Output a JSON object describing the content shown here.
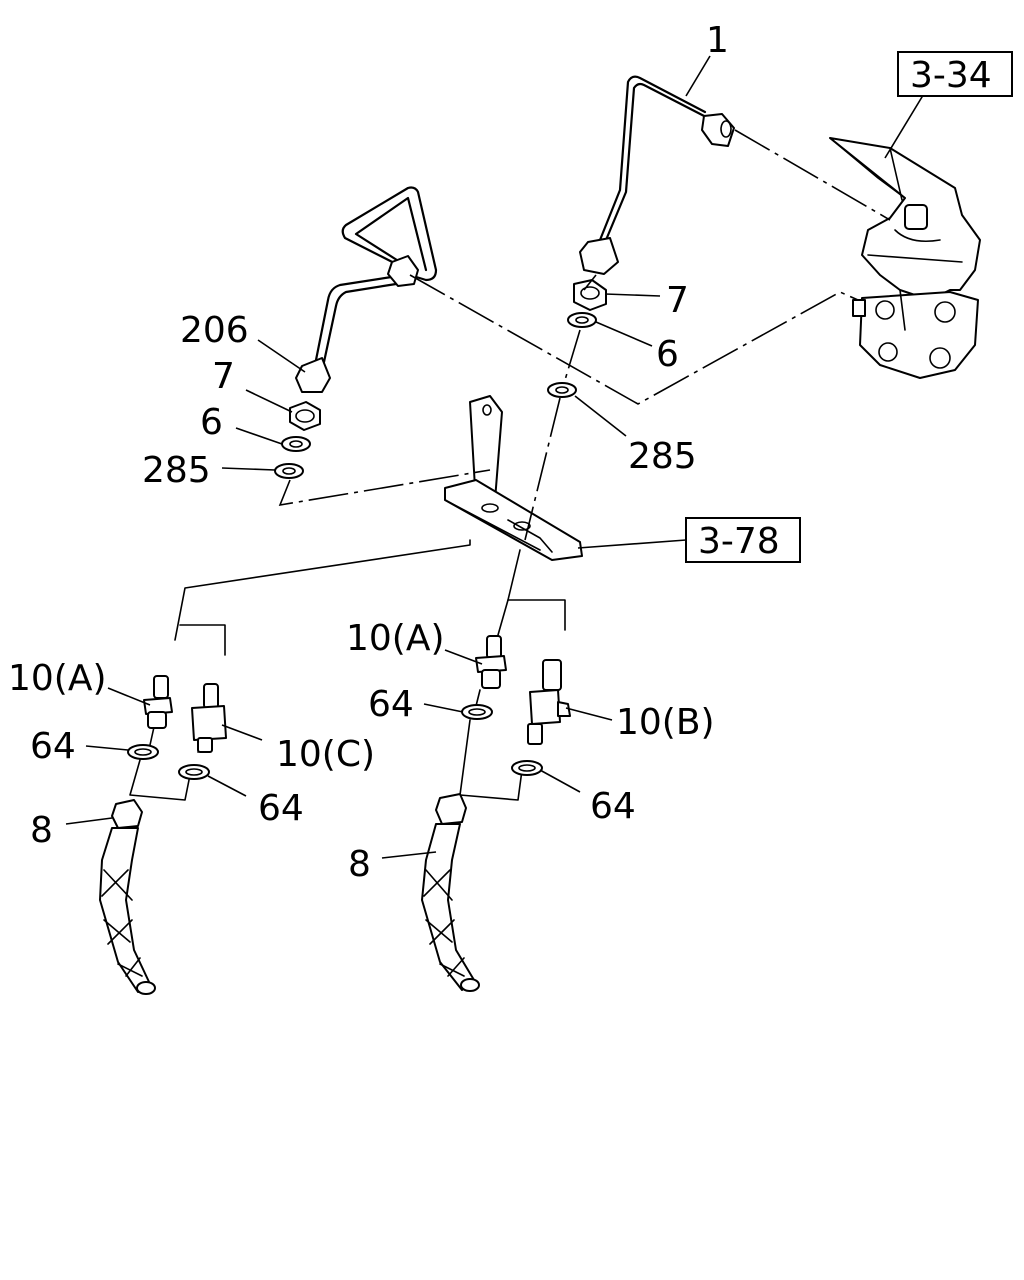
{
  "callouts": {
    "c1": "1",
    "c206": "206",
    "c7_left": "7",
    "c6_left": "6",
    "c285_left": "285",
    "c7_right": "7",
    "c6_right": "6",
    "c285_right": "285",
    "c10a_left": "10(A)",
    "c10c": "10(C)",
    "c64_left_top": "64",
    "c64_left_bottom": "64",
    "c8_left": "8",
    "c10a_right": "10(A)",
    "c64_right_top": "64",
    "c10b": "10(B)",
    "c64_right_bottom": "64",
    "c8_right": "8"
  },
  "references": {
    "ref_valve": "3-34",
    "ref_bracket": "3-78"
  }
}
